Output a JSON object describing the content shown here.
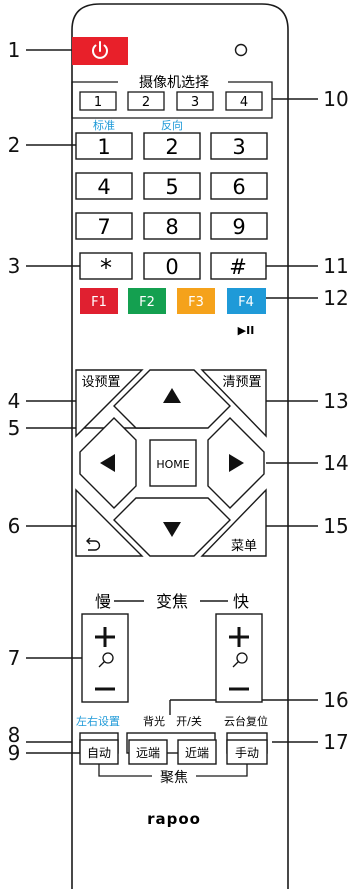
{
  "colors": {
    "power": "#e8202a",
    "f1": "#e02030",
    "f2": "#14a050",
    "f3": "#f5a21b",
    "f4": "#1f9ad8",
    "blue_label": "#1f9ad8",
    "line": "#1a1a1a"
  },
  "icons": {
    "power": "power-icon",
    "indicator": "indicator-light-icon",
    "up": "arrow-up-icon",
    "down": "arrow-down-icon",
    "left": "arrow-left-icon",
    "right": "arrow-right-icon",
    "back": "back-arrow-icon",
    "zoom": "magnifier-icon",
    "playpause": "play-pause-icon"
  },
  "callouts": {
    "c1": "1",
    "c2": "2",
    "c3": "3",
    "c4": "4",
    "c5": "5",
    "c6": "6",
    "c7": "7",
    "c8": "8",
    "c9": "9",
    "c10": "10",
    "c11": "11",
    "c12": "12",
    "c13": "13",
    "c14": "14",
    "c15": "15",
    "c16": "16",
    "c17": "17"
  },
  "camera_select": {
    "title": "摄像机选择",
    "buttons": [
      "1",
      "2",
      "3",
      "4"
    ]
  },
  "keypad": {
    "label_normal": "标准",
    "label_reverse": "反向",
    "keys": [
      "1",
      "2",
      "3",
      "4",
      "5",
      "6",
      "7",
      "8",
      "9",
      "*",
      "0",
      "#"
    ]
  },
  "function_keys": [
    "F1",
    "F2",
    "F3",
    "F4"
  ],
  "play_pause_glyph": "▶II",
  "nav": {
    "preset_set": "设预置",
    "preset_clear": "清预置",
    "home": "HOME",
    "menu": "菜单"
  },
  "zoom": {
    "slow": "慢",
    "title": "变焦",
    "fast": "快"
  },
  "bottom": {
    "lr_setting": "左右设置",
    "backlight": "背光",
    "onoff": "开/关",
    "ptz_reset": "云台复位",
    "auto": "自动",
    "far": "远端",
    "near": "近端",
    "manual": "手动",
    "focus": "聚焦"
  },
  "brand": "rapoo"
}
